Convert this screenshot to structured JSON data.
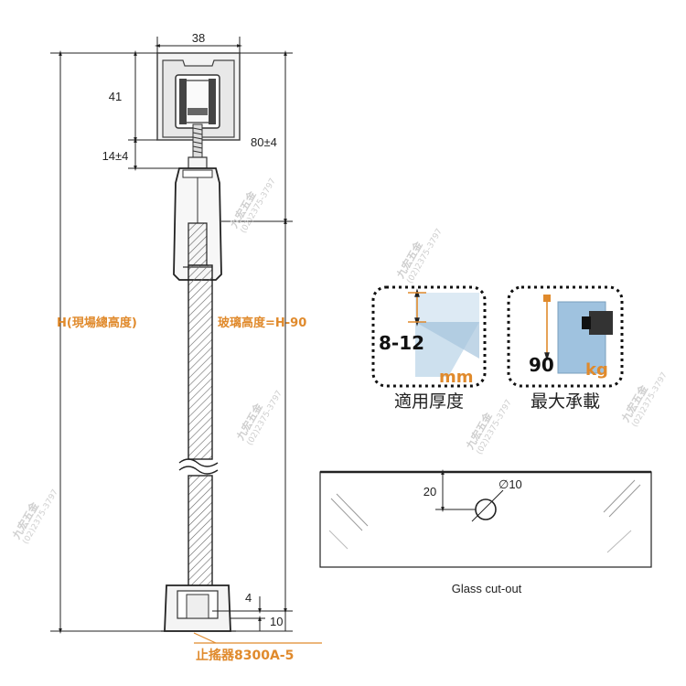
{
  "colors": {
    "accent": "#e08a2c",
    "line": "#222222",
    "glass": "#bcd6e8",
    "hatch": "#555555"
  },
  "dimensions": {
    "track_width": "38",
    "track_height": "41",
    "clearance": "14±4",
    "hanger": "80±4",
    "bottom_gap": "4",
    "bottom_guide": "10"
  },
  "labels": {
    "total_height": "H(現場總高度)",
    "glass_height": "玻璃高度=H-90",
    "stopper": "止搖器8300A-5"
  },
  "specs": {
    "thickness": {
      "value": "8-12",
      "unit": "mm",
      "caption": "適用厚度",
      "icon": "glass-thickness-icon"
    },
    "load": {
      "value": "90",
      "unit": "kg",
      "caption": "最大承載",
      "icon": "max-load-icon"
    }
  },
  "cutout": {
    "hole_diameter": "∅10",
    "edge_distance": "20",
    "caption": "Glass cut-out"
  },
  "watermark": {
    "name": "九宏五金",
    "phone": "(02)2375-3797"
  }
}
